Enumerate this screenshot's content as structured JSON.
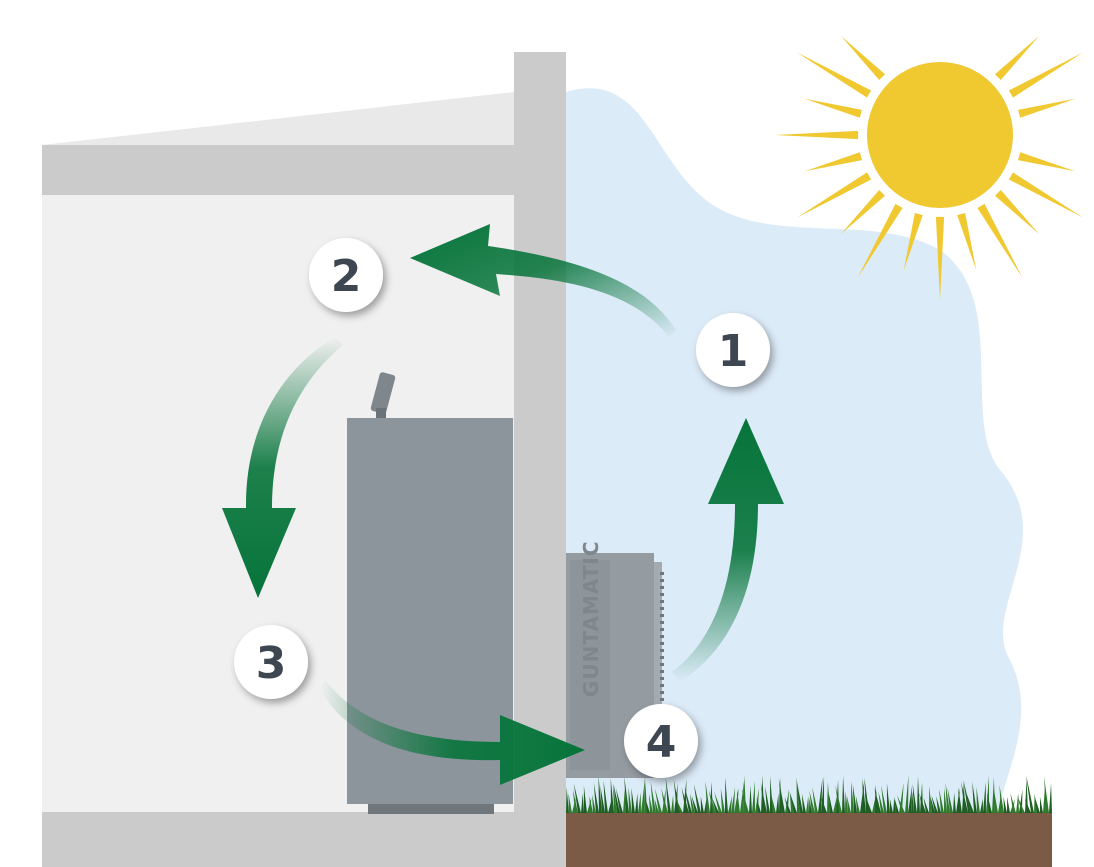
{
  "steps": [
    {
      "number": "1"
    },
    {
      "number": "2"
    },
    {
      "number": "3"
    },
    {
      "number": "4"
    }
  ],
  "heat_pump": {
    "brand": "GUNTAMATIC"
  },
  "colors": {
    "arrow_green": "#06743a",
    "sun": "#f0c830",
    "sky": "#dcebf8",
    "wall": "#cbcbcb",
    "interior": "#f0f0f0",
    "boiler": "#8b959b",
    "grass": "#2f7a2c",
    "soil": "#7b5b45"
  }
}
